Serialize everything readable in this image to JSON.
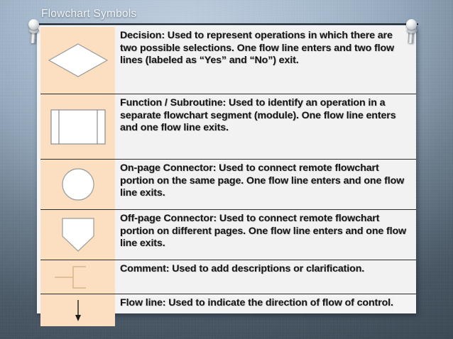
{
  "slide": {
    "title": "Flowchart Symbols",
    "background_color": "#8ea5bd",
    "paper_color": "#f4f4f4",
    "symbol_cell_color": "#fbdfc0",
    "text_cell_color": "#f2f2f2",
    "title_color": "#f2f5f8"
  },
  "decor": {
    "pin_left_name": "pushpin-left",
    "pin_right_name": "pushpin-right"
  },
  "table": {
    "rows": [
      {
        "symbol": "diamond",
        "symbol_label": "decision-diamond-symbol",
        "text": "Decision: Used to represent operations in which there are two possible selections. One flow line enters and two flow lines (labeled as “Yes” and “No”) exit."
      },
      {
        "symbol": "subroutine",
        "symbol_label": "function-subroutine-symbol",
        "text": "Function / Subroutine: Used to identify an operation in a separate flowchart segment (module). One flow line enters and one flow line exits."
      },
      {
        "symbol": "circle",
        "symbol_label": "on-page-connector-symbol",
        "text": "On-page Connector: Used to connect remote flowchart portion on the same page. One flow line enters and one flow line exits."
      },
      {
        "symbol": "pentagon",
        "symbol_label": "off-page-connector-symbol",
        "text": "Off-page Connector: Used to connect remote flowchart portion on different pages.  One flow line enters and one flow line exits."
      },
      {
        "symbol": "bracket",
        "symbol_label": "comment-symbol",
        "text": "Comment: Used to add descriptions or clarification."
      },
      {
        "symbol": "arrow-down",
        "symbol_label": "flow-line-symbol",
        "text": "Flow line: Used to indicate the direction of flow of control."
      }
    ]
  }
}
